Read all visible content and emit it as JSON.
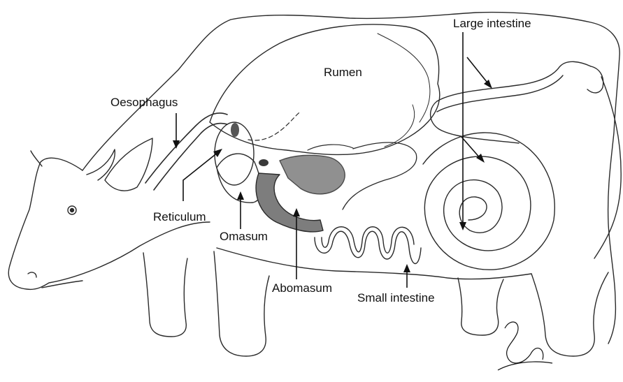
{
  "diagram": {
    "labels": {
      "large_intestine": "Large intestine",
      "rumen": "Rumen",
      "oesophagus": "Oesophagus",
      "reticulum": "Reticulum",
      "omasum": "Omasum",
      "abomasum": "Abomasum",
      "small_intestine": "Small intestine"
    },
    "colors": {
      "outline": "#2a2a2a",
      "organ_shading": "#7d7d7d",
      "label_text": "#111111"
    }
  }
}
